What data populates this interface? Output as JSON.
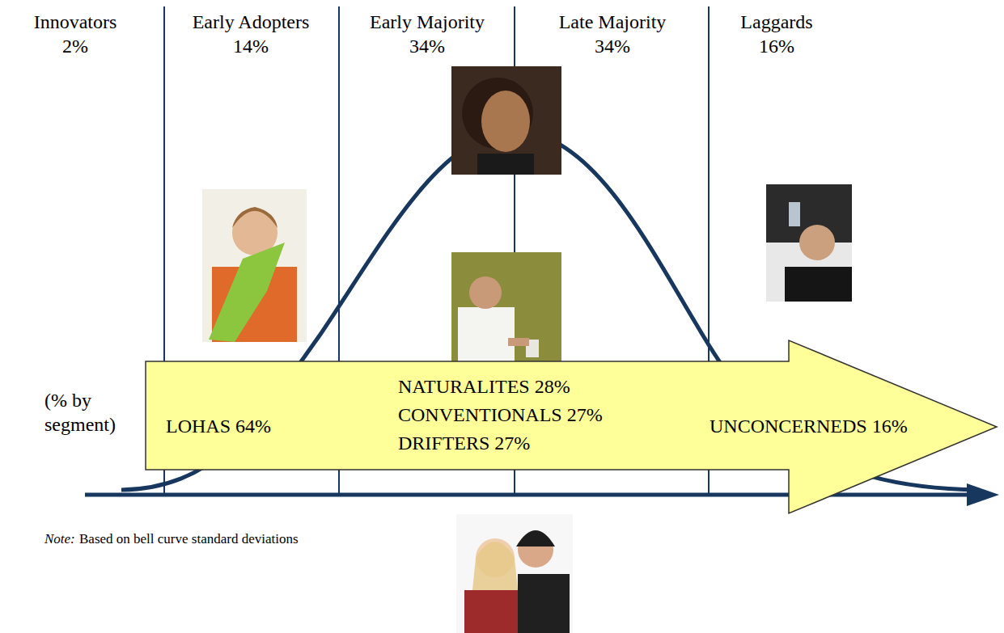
{
  "diagram": {
    "nodes": [
      {
        "text": [
          "LOHAS 64%",
          "NATURALITES 28%",
          "CONVENTIONALS 27%",
          "DRIFTERS 27%",
          "UNCONCERNEDS 16%"
        ]
      }
    ],
    "labels": [
      "Innovators",
      "2%",
      "Early Adopters",
      "14%",
      "Early Majority",
      "34%",
      "Late Majority",
      "34%",
      "Laggards",
      "16%",
      "(% by segment)",
      "Note:",
      "Based on bell curve standard deviations"
    ]
  }
}
